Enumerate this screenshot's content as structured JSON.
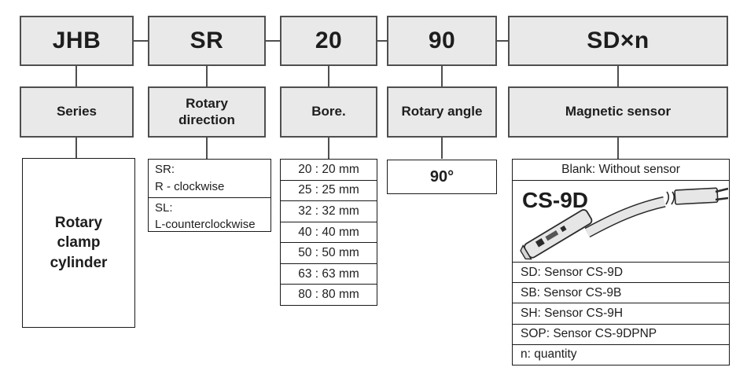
{
  "parts": [
    {
      "code": "JHB",
      "label": "Series"
    },
    {
      "code": "SR",
      "label": "Rotary direction"
    },
    {
      "code": "20",
      "label": "Bore."
    },
    {
      "code": "90",
      "label": "Rotary angle"
    },
    {
      "code": "SD×n",
      "label": "Magnetic sensor"
    }
  ],
  "series": {
    "description": "Rotary clamp cylinder"
  },
  "direction": {
    "options": [
      {
        "code": "SR:",
        "desc": "R - clockwise"
      },
      {
        "code": "SL:",
        "desc": "L-counterclockwise"
      }
    ]
  },
  "bore": [
    "20 : 20 mm",
    "25 : 25 mm",
    "32 : 32 mm",
    "40 : 40 mm",
    "50 : 50 mm",
    "63 : 63 mm",
    "80 : 80 mm"
  ],
  "angle": {
    "value": "90°"
  },
  "sensor": {
    "blank_option": "Blank: Without sensor",
    "figure_label": "CS-9D",
    "options": [
      "SD: Sensor CS-9D",
      "SB: Sensor CS-9B",
      "SH: Sensor CS-9H",
      "SOP: Sensor CS-9DPNP",
      "n: quantity"
    ]
  },
  "colors": {
    "box_fill": "#e9e9e9",
    "box_border": "#4f4f4f",
    "detail_border": "#1a1a1a",
    "text": "#1d1d1d"
  }
}
